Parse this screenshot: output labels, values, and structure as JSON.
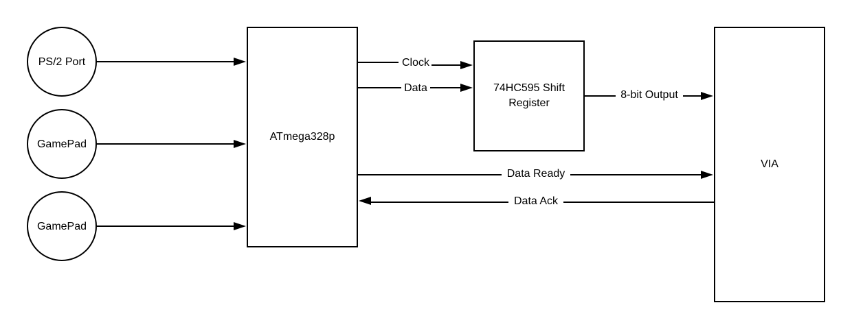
{
  "nodes": {
    "ps2_port": "PS/2 Port",
    "gamepad_1": "GamePad",
    "gamepad_2": "GamePad",
    "atmega": "ATmega328p",
    "shift_register_line1": "74HC595 Shift",
    "shift_register_line2": "Register",
    "via": "VIA"
  },
  "edges": {
    "clock": "Clock",
    "data": "Data",
    "eight_bit_output": "8-bit Output",
    "data_ready": "Data Ready",
    "data_ack": "Data Ack"
  },
  "colors": {
    "stroke": "#000000",
    "fill": "#ffffff",
    "background": "#ffffff"
  }
}
